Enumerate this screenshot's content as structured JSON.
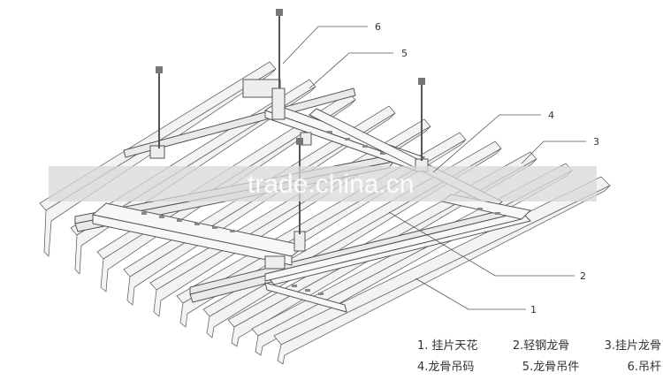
{
  "watermark": "trade.china.cn",
  "callouts": [
    "1",
    "2",
    "3",
    "4",
    "5",
    "6"
  ],
  "legend": {
    "row1": [
      "1. 挂片天花",
      "2.轻钢龙骨",
      "3.挂片龙骨"
    ],
    "row2": [
      "4.龙骨吊码",
      "5.龙骨吊件",
      "6.吊杆"
    ]
  },
  "colors": {
    "line": "#555555",
    "fill": "#f2f2f2",
    "watermark_band": "#d8d8d8"
  }
}
